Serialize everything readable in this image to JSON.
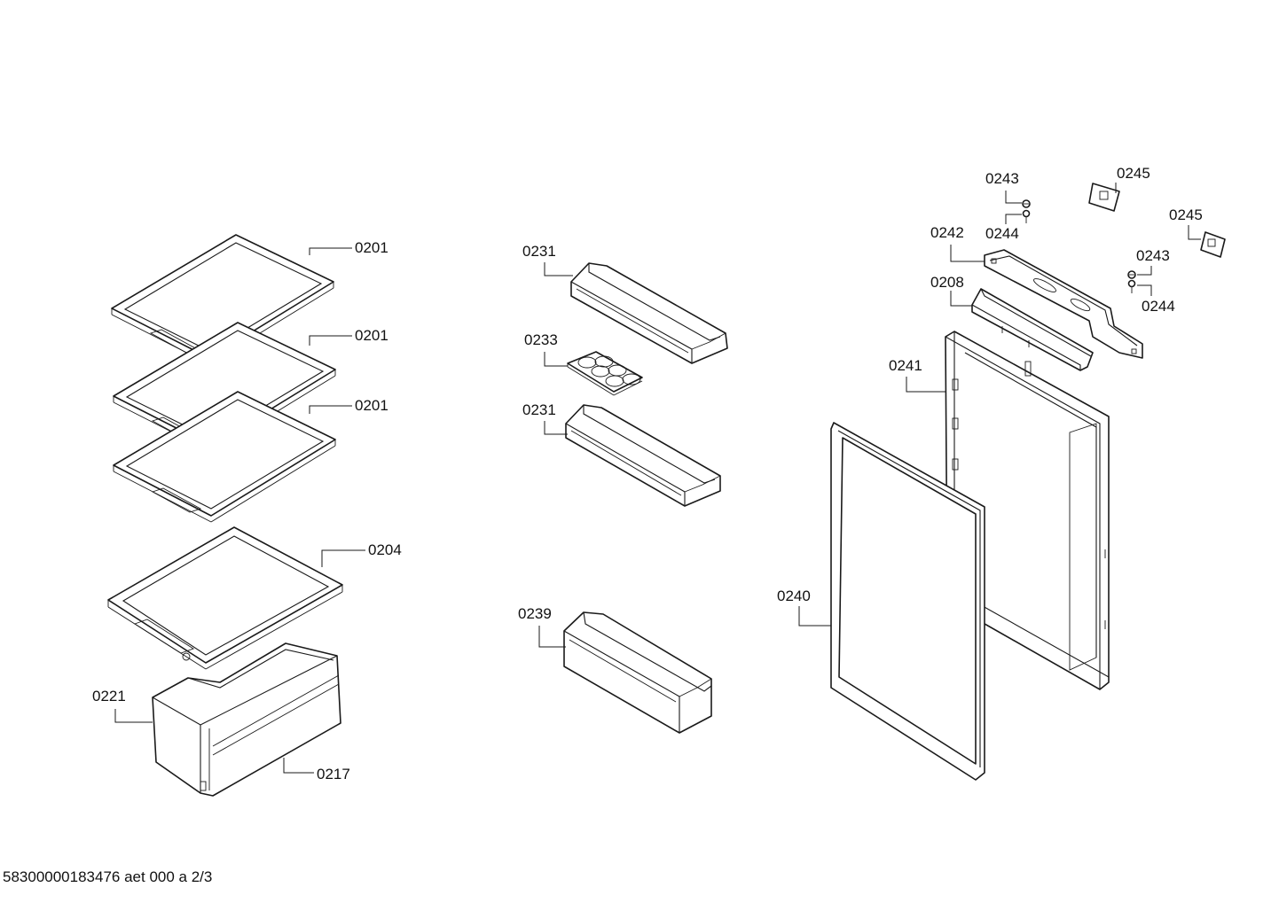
{
  "callouts": {
    "shelf_top": "0201",
    "shelf_mid": "0201",
    "shelf_low": "0201",
    "shelf_cover": "0204",
    "drawer": "0221",
    "drawer_front": "0217",
    "door_shelf_upper": "0231",
    "egg_tray": "0233",
    "door_shelf_lower": "0231",
    "bottle_shelf": "0239",
    "screw_upper": "0243",
    "washer_upper": "0244",
    "bracket_hinge_upper": "0245",
    "bracket_hinge_right": "0245",
    "screw_right": "0243",
    "washer_right": "0244",
    "hinge_rail": "0242",
    "handle_cover": "0208",
    "door_inner": "0241",
    "door_gasket": "0240"
  },
  "footer": "58300000183476 aet 000 a 2/3"
}
